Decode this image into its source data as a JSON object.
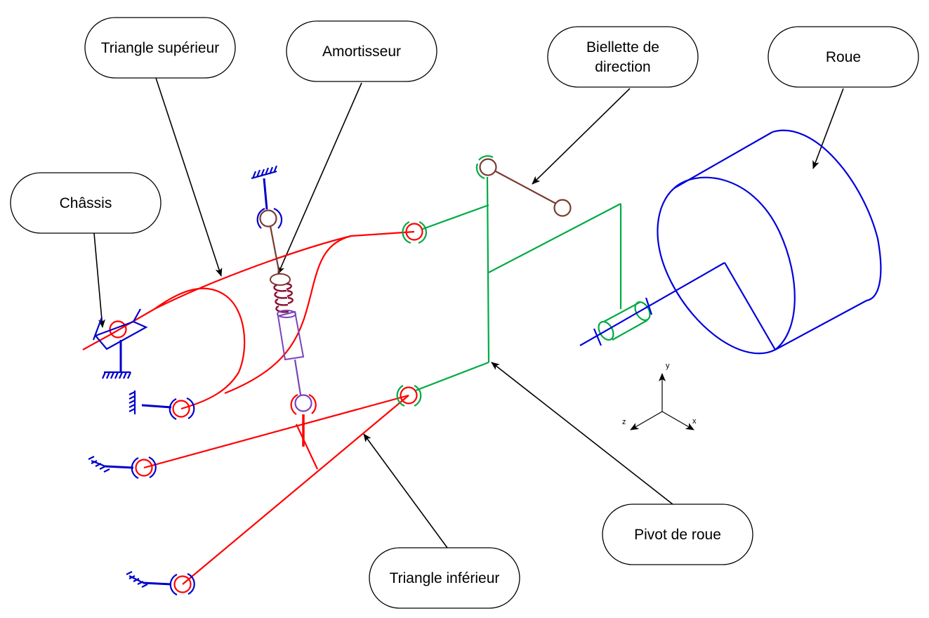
{
  "labels": {
    "triangle_superieur": "Triangle supérieur",
    "amortisseur": "Amortisseur",
    "biellette_line1": "Biellette de",
    "biellette_line2": "direction",
    "roue": "Roue",
    "chassis": "Châssis",
    "pivot": "Pivot de roue",
    "triangle_inferieur": "Triangle inférieur"
  },
  "axes": {
    "y": "y",
    "z": "z",
    "x": "x"
  },
  "colors": {
    "triangles": "#ff0000",
    "chassis": "#0000cc",
    "pivot": "#00aa44",
    "damper_rod": "#7a3a30",
    "spring": "#8a1030",
    "damper_body": "#7744bb",
    "wheel": "#0000dd",
    "arrows": "#000000"
  }
}
